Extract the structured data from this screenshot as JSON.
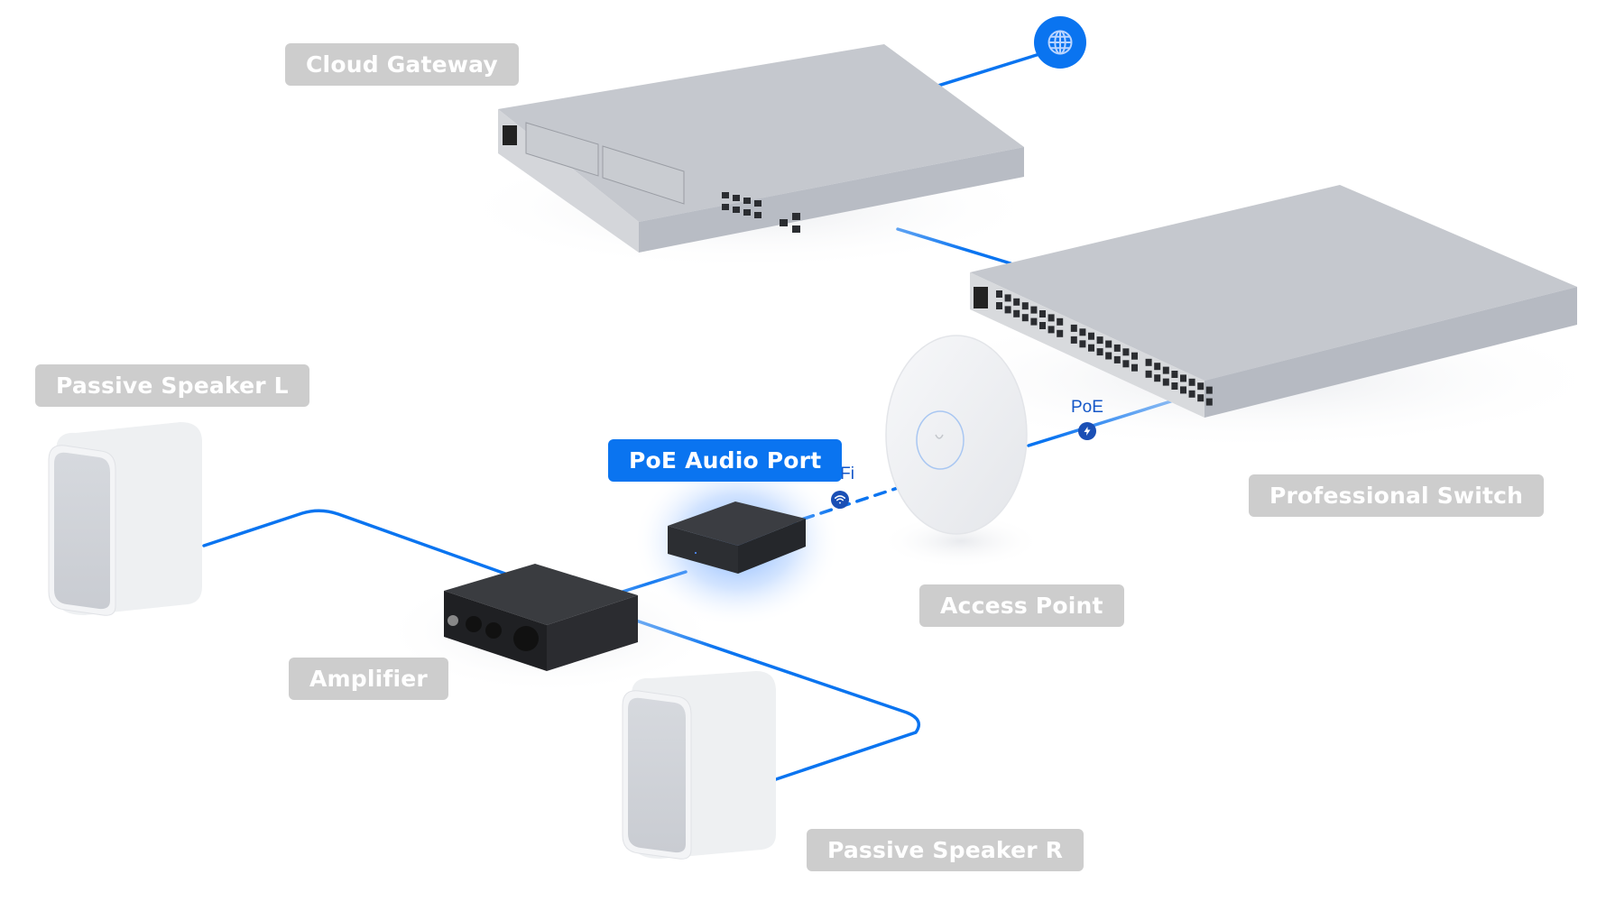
{
  "diagram": {
    "accent_color": "#0A74F0",
    "label_bg_color": "#CDCDCD",
    "devices": [
      {
        "id": "cloud-gateway",
        "label": "Cloud Gateway"
      },
      {
        "id": "professional-switch",
        "label": "Professional Switch"
      },
      {
        "id": "access-point",
        "label": "Access Point"
      },
      {
        "id": "poe-audio-port",
        "label": "PoE Audio Port",
        "highlighted": true
      },
      {
        "id": "amplifier",
        "label": "Amplifier"
      },
      {
        "id": "passive-speaker-l",
        "label": "Passive Speaker L"
      },
      {
        "id": "passive-speaker-r",
        "label": "Passive Speaker R"
      }
    ],
    "connections": [
      {
        "from": "internet",
        "to": "cloud-gateway",
        "style": "solid"
      },
      {
        "from": "cloud-gateway",
        "to": "professional-switch",
        "style": "solid"
      },
      {
        "from": "professional-switch",
        "to": "access-point",
        "style": "solid",
        "label": "PoE",
        "icon": "lightning-icon"
      },
      {
        "from": "access-point",
        "to": "poe-audio-port",
        "style": "dashed",
        "label": "WiFi",
        "icon": "wifi-icon"
      },
      {
        "from": "poe-audio-port",
        "to": "amplifier",
        "style": "solid"
      },
      {
        "from": "amplifier",
        "to": "passive-speaker-l",
        "style": "solid"
      },
      {
        "from": "amplifier",
        "to": "passive-speaker-r",
        "style": "solid"
      }
    ],
    "internet_icon": "globe-icon"
  }
}
